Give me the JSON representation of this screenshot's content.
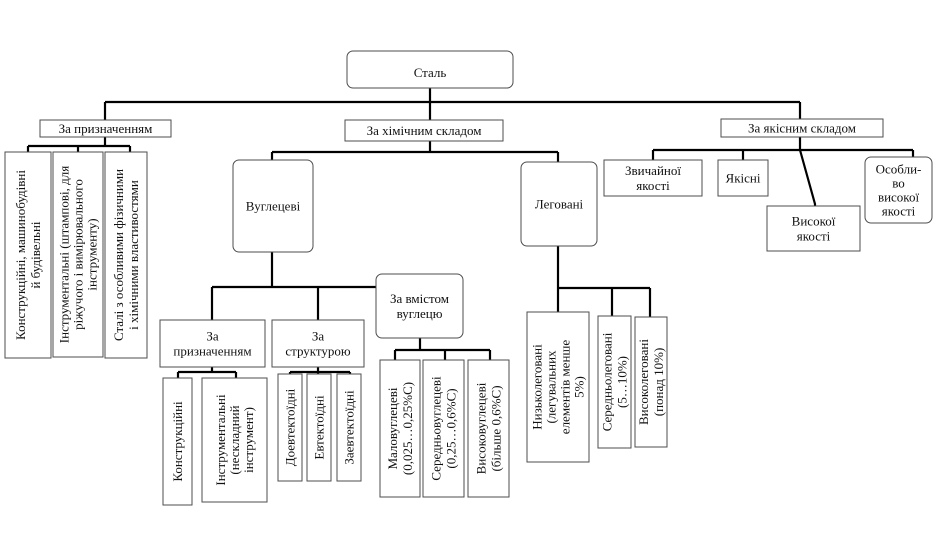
{
  "root": {
    "label": "Сталь"
  },
  "purpose": {
    "label": "За призначенням",
    "items": [
      [
        "Конструкційні, машинобудівні",
        "й будівельні"
      ],
      [
        "Інструментальні (штампові, для",
        "ріжучого і вимірювального",
        "інструменту)"
      ],
      [
        "Сталі з особливими фізичними",
        "і хімічними властивостями"
      ]
    ]
  },
  "chemical": {
    "label": "За хімічним складом",
    "carbon": {
      "label": "Вуглецеві",
      "purpose": {
        "label": [
          "За",
          "призначенням"
        ],
        "items": [
          [
            "Конструкційні"
          ],
          [
            "Інструментальні",
            "(нескладний",
            "інструмент)"
          ]
        ]
      },
      "structure": {
        "label": [
          "За",
          "структурою"
        ],
        "items": [
          [
            "Доевтектоїдні"
          ],
          [
            "Евтектоїдні"
          ],
          [
            "Заевтектоїдні"
          ]
        ]
      },
      "carbon_content": {
        "label": [
          "За вмістом",
          "вуглецю"
        ],
        "items": [
          [
            "Маловуглецеві",
            "(0,025…0,25%С)"
          ],
          [
            "Середньовуглецеві",
            "(0,25…0,6%С)"
          ],
          [
            "Високовуглецеві",
            "(більше 0,6%С)"
          ]
        ]
      }
    },
    "alloyed": {
      "label": "Леговані",
      "items": [
        [
          "Низьколеговані",
          "(легувальних",
          "елементів менше",
          "5%)"
        ],
        [
          "Середньолеговані",
          "(5…10%)"
        ],
        [
          "Високолеговані",
          "(понад 10%)"
        ]
      ]
    }
  },
  "quality": {
    "label": "За якісним складом",
    "items": [
      [
        "Звичайної",
        "якості"
      ],
      [
        "Якісні"
      ],
      [
        "Високої",
        "якості"
      ],
      [
        "Особли-",
        "во",
        "високої",
        "якості"
      ]
    ]
  }
}
